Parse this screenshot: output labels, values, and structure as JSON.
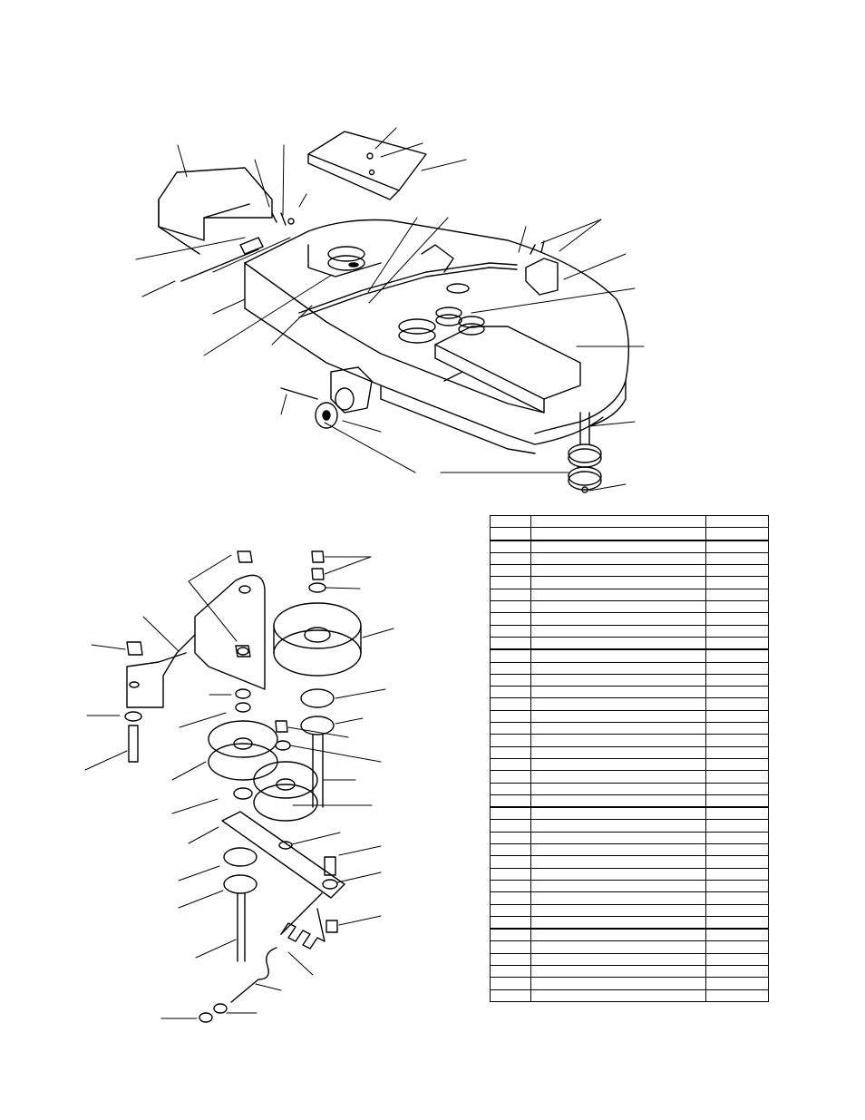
{
  "parts_table": {
    "headers": [
      "",
      "",
      ""
    ],
    "rows": [
      [
        "",
        "",
        ""
      ],
      [
        "",
        "",
        ""
      ],
      [
        "",
        "",
        ""
      ],
      [
        "",
        "",
        ""
      ],
      [
        "",
        "",
        ""
      ],
      [
        "",
        "",
        ""
      ],
      [
        "",
        "",
        ""
      ],
      [
        "",
        "",
        ""
      ],
      [
        "",
        "",
        ""
      ],
      [
        "",
        "",
        ""
      ],
      [
        "",
        "",
        ""
      ],
      [
        "",
        "",
        ""
      ],
      [
        "",
        "",
        ""
      ],
      [
        "",
        "",
        ""
      ],
      [
        "",
        "",
        ""
      ],
      [
        "",
        "",
        ""
      ],
      [
        "",
        "",
        ""
      ],
      [
        "",
        "",
        ""
      ],
      [
        "",
        "",
        ""
      ],
      [
        "",
        "",
        ""
      ],
      [
        "",
        "",
        ""
      ],
      [
        "",
        "",
        ""
      ],
      [
        "",
        "",
        ""
      ],
      [
        "",
        "",
        ""
      ],
      [
        "",
        "",
        ""
      ],
      [
        "",
        "",
        ""
      ],
      [
        "",
        "",
        ""
      ],
      [
        "",
        "",
        ""
      ],
      [
        "",
        "",
        ""
      ],
      [
        "",
        "",
        ""
      ],
      [
        "",
        "",
        ""
      ],
      [
        "",
        "",
        ""
      ],
      [
        "",
        "",
        ""
      ],
      [
        "",
        "",
        ""
      ],
      [
        "",
        "",
        ""
      ],
      [
        "",
        "",
        ""
      ],
      [
        "",
        "",
        ""
      ],
      [
        "",
        "",
        ""
      ],
      [
        "",
        "",
        ""
      ]
    ],
    "group_breaks": [
      2,
      11,
      24,
      34
    ]
  }
}
